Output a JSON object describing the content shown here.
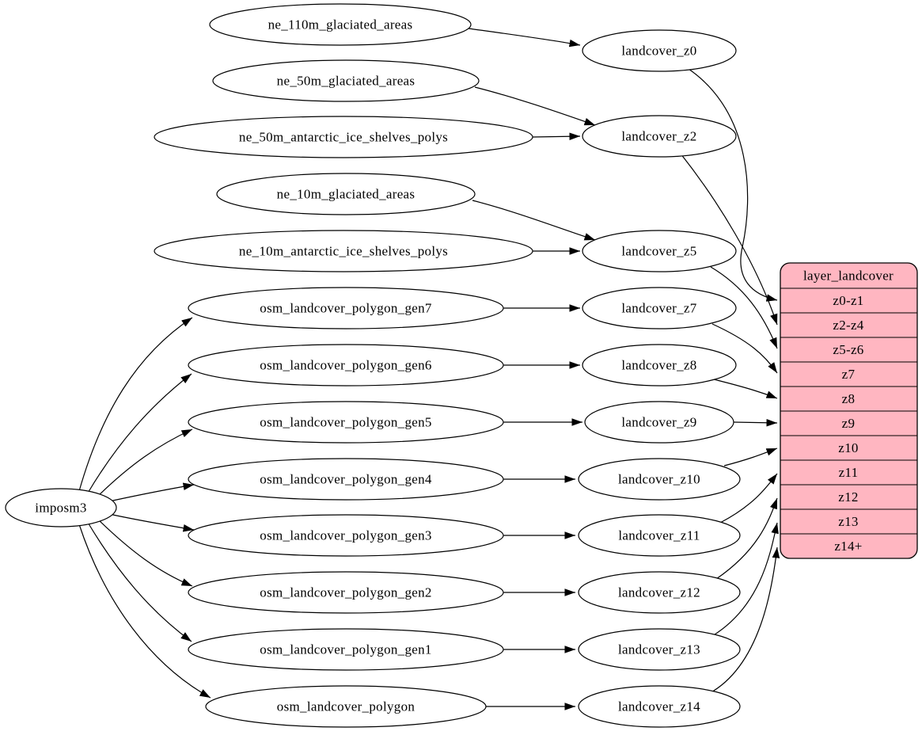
{
  "nodes": {
    "generator": {
      "label": "imposm3"
    },
    "sources": [
      "ne_110m_glaciated_areas",
      "ne_50m_glaciated_areas",
      "ne_50m_antarctic_ice_shelves_polys",
      "ne_10m_glaciated_areas",
      "ne_10m_antarctic_ice_shelves_polys",
      "osm_landcover_polygon_gen7",
      "osm_landcover_polygon_gen6",
      "osm_landcover_polygon_gen5",
      "osm_landcover_polygon_gen4",
      "osm_landcover_polygon_gen3",
      "osm_landcover_polygon_gen2",
      "osm_landcover_polygon_gen1",
      "osm_landcover_polygon"
    ],
    "views": [
      "landcover_z0",
      "landcover_z2",
      "landcover_z5",
      "landcover_z7",
      "landcover_z8",
      "landcover_z9",
      "landcover_z10",
      "landcover_z11",
      "landcover_z12",
      "landcover_z13",
      "landcover_z14"
    ],
    "record": {
      "title": "layer_landcover",
      "rows": [
        "z0-z1",
        "z2-z4",
        "z5-z6",
        "z7",
        "z8",
        "z9",
        "z10",
        "z11",
        "z12",
        "z13",
        "z14+"
      ]
    }
  },
  "colors": {
    "record_fill": "#ffb6c1",
    "node_fill": "#ffffff",
    "stroke": "#000000"
  },
  "edges": [
    [
      "imposm3",
      "osm_landcover_polygon_gen7"
    ],
    [
      "imposm3",
      "osm_landcover_polygon_gen6"
    ],
    [
      "imposm3",
      "osm_landcover_polygon_gen5"
    ],
    [
      "imposm3",
      "osm_landcover_polygon_gen4"
    ],
    [
      "imposm3",
      "osm_landcover_polygon_gen3"
    ],
    [
      "imposm3",
      "osm_landcover_polygon_gen2"
    ],
    [
      "imposm3",
      "osm_landcover_polygon_gen1"
    ],
    [
      "imposm3",
      "osm_landcover_polygon"
    ],
    [
      "ne_110m_glaciated_areas",
      "landcover_z0"
    ],
    [
      "ne_50m_glaciated_areas",
      "landcover_z2"
    ],
    [
      "ne_50m_antarctic_ice_shelves_polys",
      "landcover_z2"
    ],
    [
      "ne_10m_glaciated_areas",
      "landcover_z5"
    ],
    [
      "ne_10m_antarctic_ice_shelves_polys",
      "landcover_z5"
    ],
    [
      "osm_landcover_polygon_gen7",
      "landcover_z7"
    ],
    [
      "osm_landcover_polygon_gen6",
      "landcover_z8"
    ],
    [
      "osm_landcover_polygon_gen5",
      "landcover_z9"
    ],
    [
      "osm_landcover_polygon_gen4",
      "landcover_z10"
    ],
    [
      "osm_landcover_polygon_gen3",
      "landcover_z11"
    ],
    [
      "osm_landcover_polygon_gen2",
      "landcover_z12"
    ],
    [
      "osm_landcover_polygon_gen1",
      "landcover_z13"
    ],
    [
      "osm_landcover_polygon",
      "landcover_z14"
    ],
    [
      "landcover_z0",
      "layer_landcover:z0-z1"
    ],
    [
      "landcover_z2",
      "layer_landcover:z2-z4"
    ],
    [
      "landcover_z5",
      "layer_landcover:z5-z6"
    ],
    [
      "landcover_z7",
      "layer_landcover:z7"
    ],
    [
      "landcover_z8",
      "layer_landcover:z8"
    ],
    [
      "landcover_z9",
      "layer_landcover:z9"
    ],
    [
      "landcover_z10",
      "layer_landcover:z10"
    ],
    [
      "landcover_z11",
      "layer_landcover:z11"
    ],
    [
      "landcover_z12",
      "layer_landcover:z12"
    ],
    [
      "landcover_z13",
      "layer_landcover:z13"
    ],
    [
      "landcover_z14",
      "layer_landcover:z14+"
    ]
  ]
}
